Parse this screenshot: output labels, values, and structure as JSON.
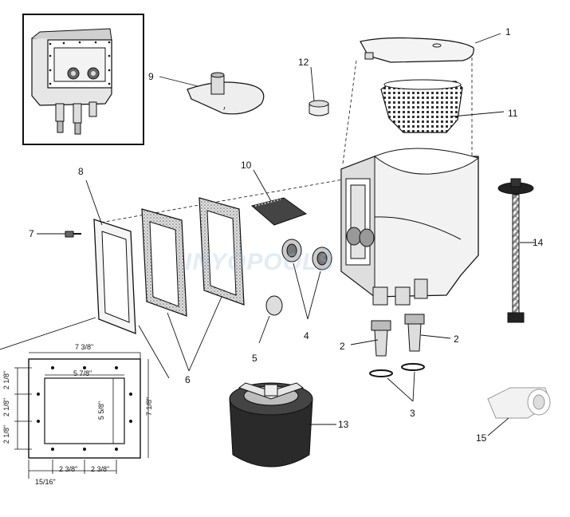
{
  "callouts": {
    "c1": "1",
    "c2a": "2",
    "c2b": "2",
    "c3": "3",
    "c4": "4",
    "c5": "5",
    "c6": "6",
    "c7": "7",
    "c8": "8",
    "c9": "9",
    "c10": "10",
    "c11": "11",
    "c12": "12",
    "c13": "13",
    "c14": "14",
    "c15": "15"
  },
  "dimensions": {
    "overall_width": "7 3/8\"",
    "opening_width": "5 7/8\"",
    "opening_height": "5 5/8\"",
    "overall_height": "7 1/8\"",
    "left_spacing_top": "2 1/8\"",
    "left_spacing_mid": "2 1/8\"",
    "left_spacing_bottom": "2 1/8\"",
    "bottom_spacing_1": "2 3/8\"",
    "bottom_spacing_2": "2 3/8\"",
    "edge_offset": "15/16\""
  },
  "watermark": "INYOPOOLS",
  "colors": {
    "line": "#111111",
    "part_fill": "#f4f4f4",
    "gasket_fill": "#d9d9d9",
    "plug_rubber": "#2a2a2a"
  }
}
